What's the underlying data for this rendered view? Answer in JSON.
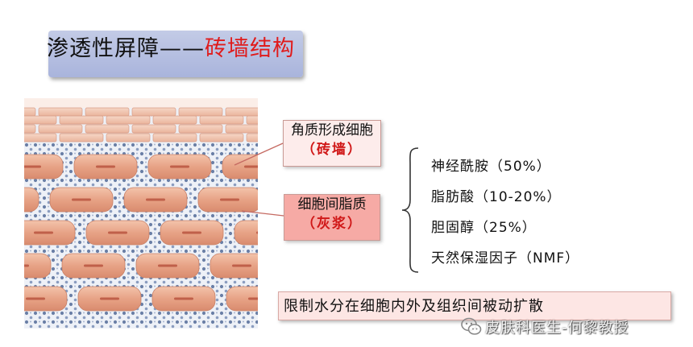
{
  "title": {
    "prefix": "渗透性屏障——",
    "highlight": "砖墙结构"
  },
  "callouts": {
    "corneocyte": {
      "label": "角质形成细胞",
      "analogy": "（砖墙）"
    },
    "lipid": {
      "label": "细胞间脂质",
      "analogy": "（灰浆）"
    }
  },
  "components": [
    "神经酰胺（50%）",
    "脂肪酸（10-20%）",
    "胆固醇（25%）",
    "天然保湿因子（NMF）"
  ],
  "footer": "限制水分在细胞内外及组织间被动扩散",
  "watermark": "皮肤科医生-何黎教授",
  "colors": {
    "accent": "#e01b1b",
    "banner": "#b4bde0",
    "brick": "#e8a486",
    "mortar_dot": "#6a7fa6"
  }
}
